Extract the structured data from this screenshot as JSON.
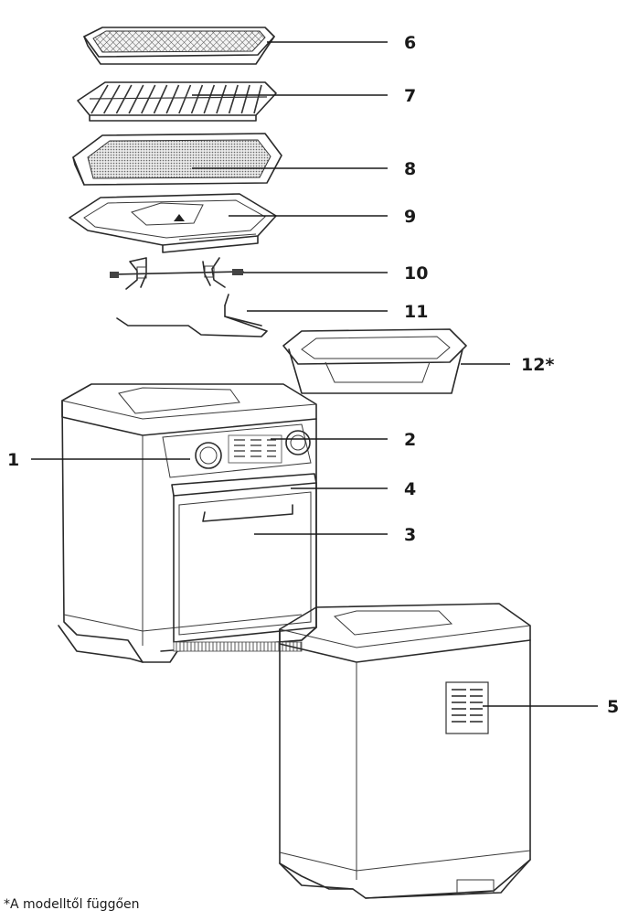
{
  "labels": {
    "l1": "1",
    "l2": "2",
    "l3": "3",
    "l4": "4",
    "l5": "5",
    "l6": "6",
    "l7": "7",
    "l8": "8",
    "l9": "9",
    "l10": "10",
    "l11": "11",
    "l12": "12*"
  },
  "footnote": "*A modelltől függően",
  "panel_icons": [
    "control-panel-icons"
  ]
}
